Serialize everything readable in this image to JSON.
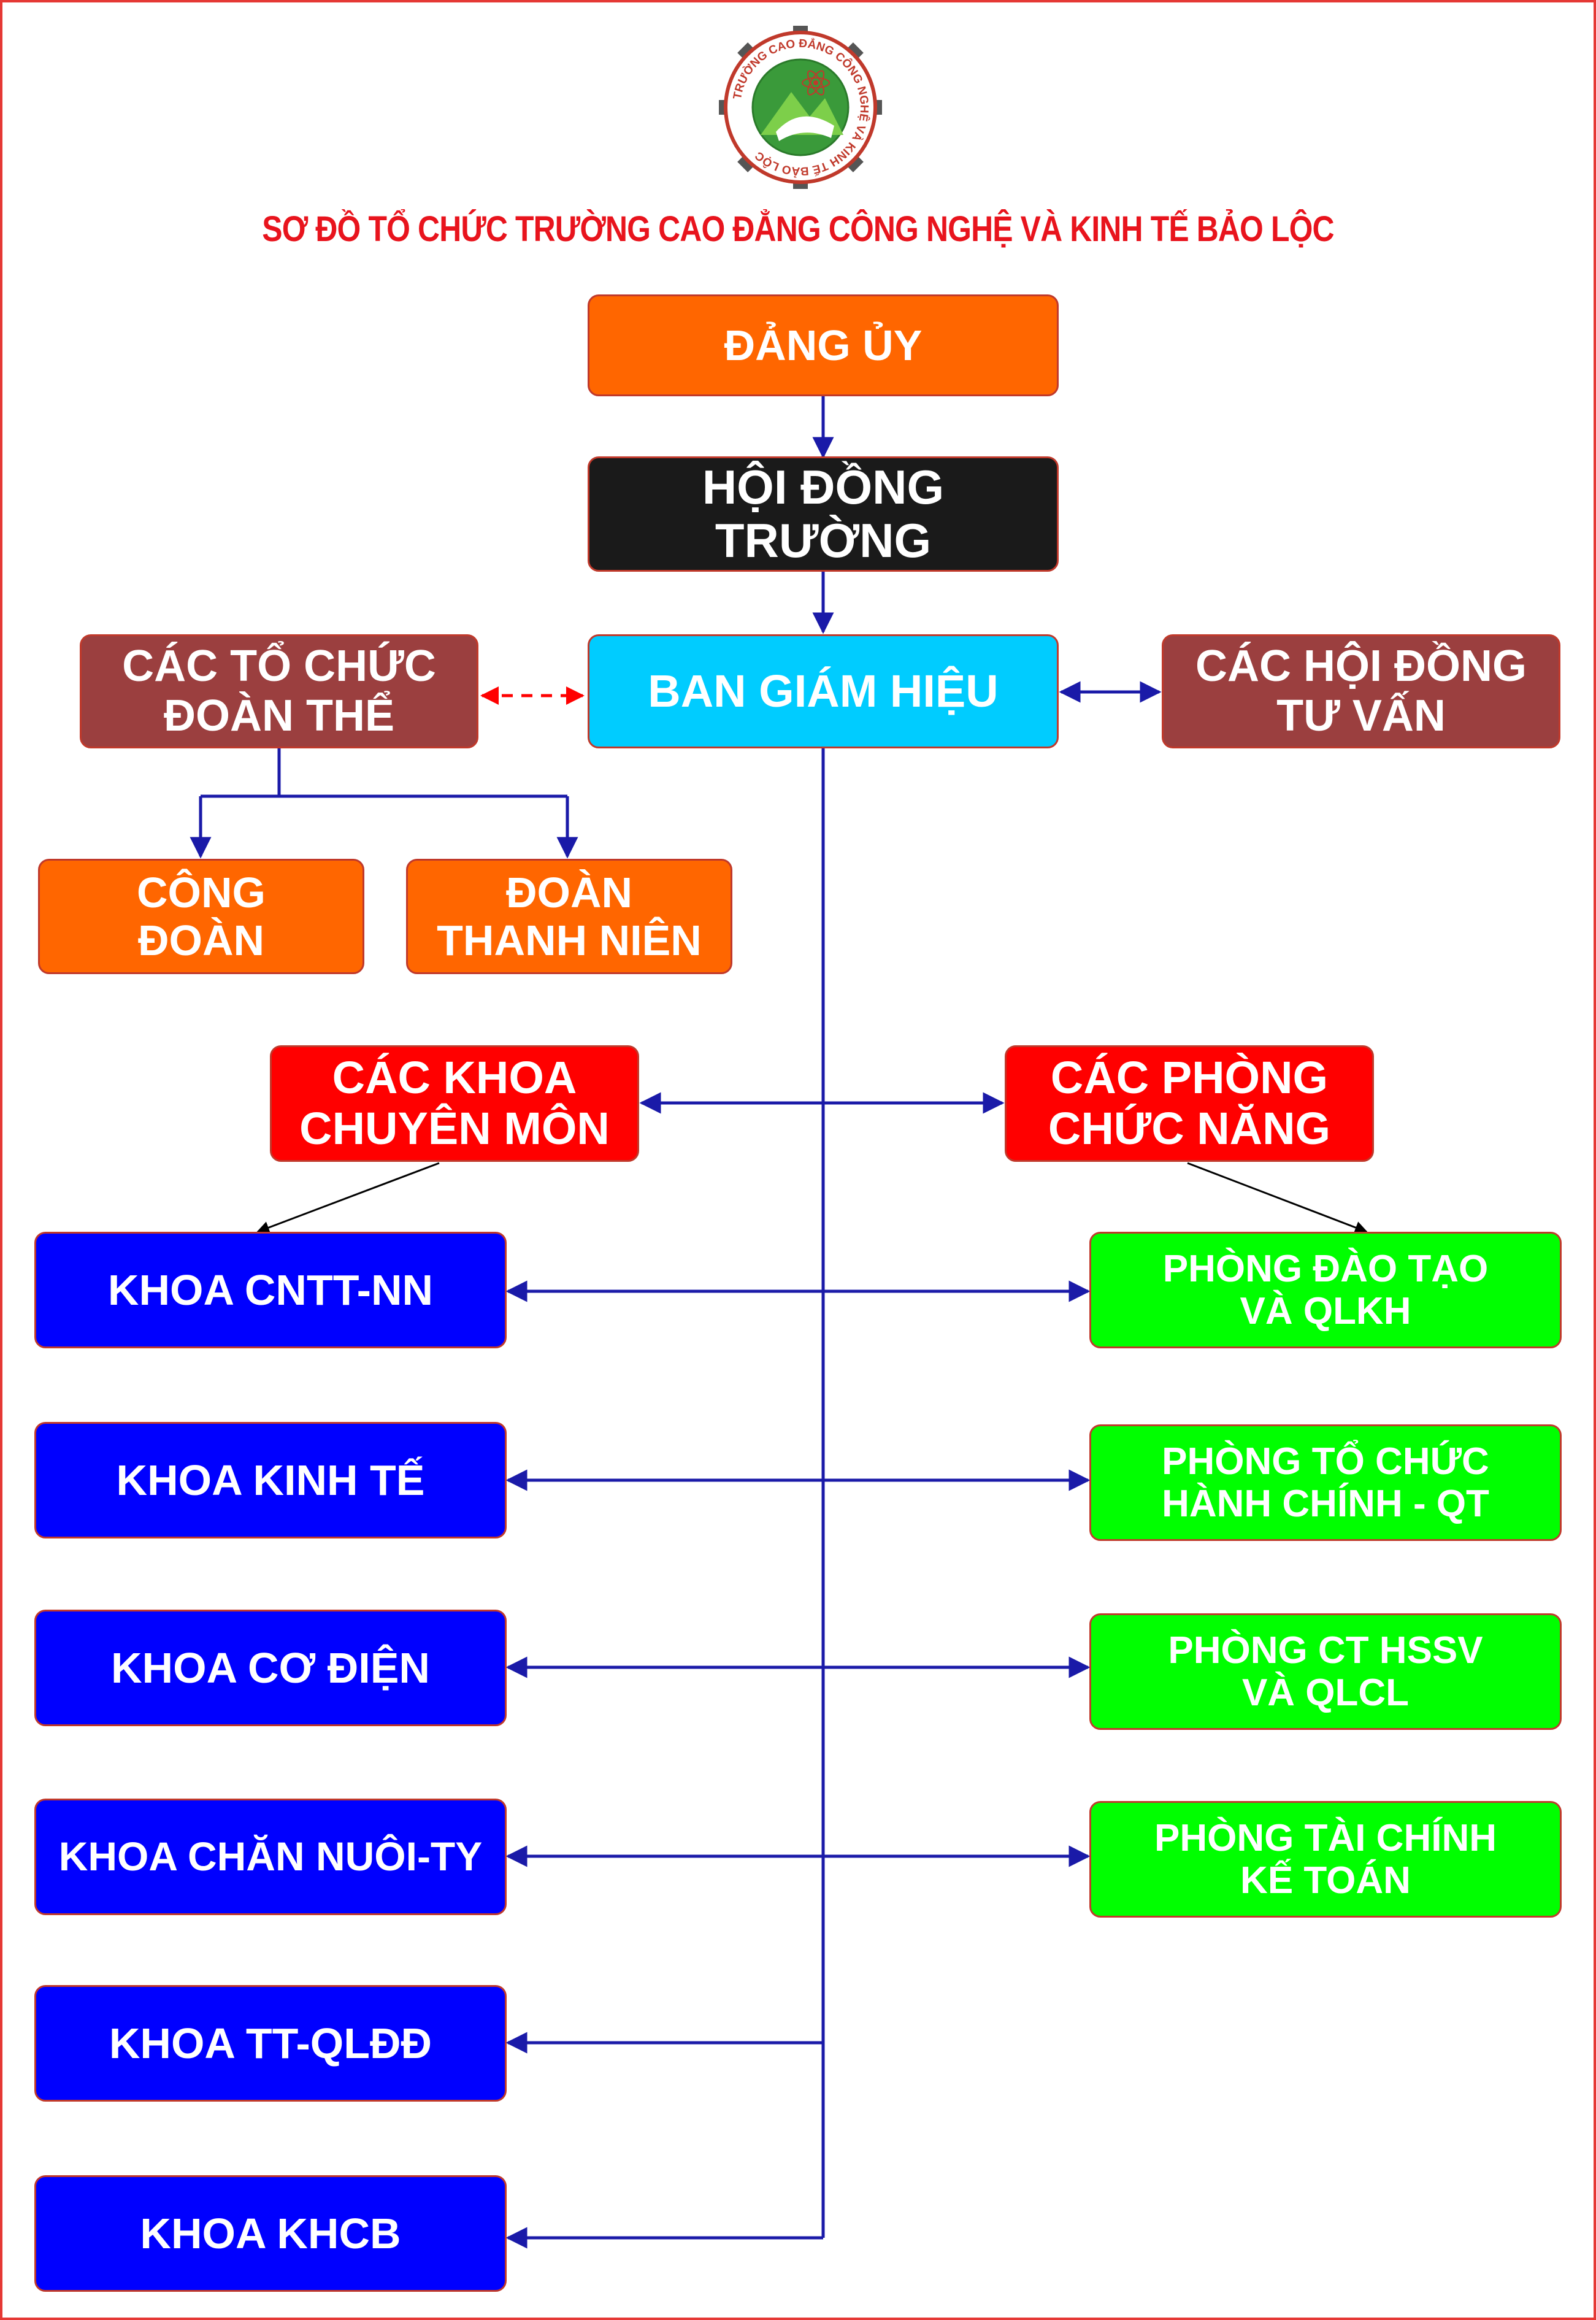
{
  "logo": {
    "ring_text": "TRƯỜNG CAO ĐẲNG CÔNG NGHỆ VÀ KINH TẾ BẢO LỘC",
    "icon": "school-logo-gear-atom",
    "colors": {
      "ring": "#c0392b",
      "inner": "#3a9a3a",
      "gear": "#555555"
    }
  },
  "title": "SƠ ĐỒ TỔ CHỨC TRƯỜNG CAO ĐẲNG CÔNG NGHỆ VÀ KINH TẾ BẢO LỘC",
  "colors": {
    "orange": "#ff6600",
    "black": "#1a1a1a",
    "cyan": "#00ccff",
    "brown": "#9b3f3f",
    "red": "#ff0000",
    "blue": "#0000ff",
    "green": "#00ff00",
    "connector": "#1a1aa8",
    "dashed_connector": "#ff0000",
    "title": "#e8141d"
  },
  "nodes": {
    "dang_uy": "ĐẢNG ỦY",
    "hoi_dong_truong": "HỘI ĐỒNG TRƯỜNG",
    "ban_giam_hieu": "BAN GIÁM HIỆU",
    "to_chuc_doan_the": "CÁC TỔ CHỨC\nĐOÀN THỂ",
    "hoi_dong_tu_van": "CÁC HỘI ĐỒNG\nTƯ VẤN",
    "cong_doan": "CÔNG\nĐOÀN",
    "doan_thanh_nien": "ĐOÀN\nTHANH NIÊN",
    "khoa_chuyen_mon": "CÁC KHOA\nCHUYÊN MÔN",
    "phong_chuc_nang": "CÁC PHÒNG\nCHỨC NĂNG",
    "faculties": [
      "KHOA CNTT-NN",
      "KHOA KINH TẾ",
      "KHOA CƠ ĐIỆN",
      "KHOA CHĂN NUÔI-TY",
      "KHOA TT-QLĐĐ",
      "KHOA KHCB"
    ],
    "departments": [
      "PHÒNG ĐÀO TẠO\nVÀ QLKH",
      "PHÒNG TỔ CHỨC\nHÀNH CHÍNH - QT",
      "PHÒNG CT HSSV\nVÀ QLCL",
      "PHÒNG TÀI CHÍNH\nKẾ TOÁN"
    ]
  }
}
